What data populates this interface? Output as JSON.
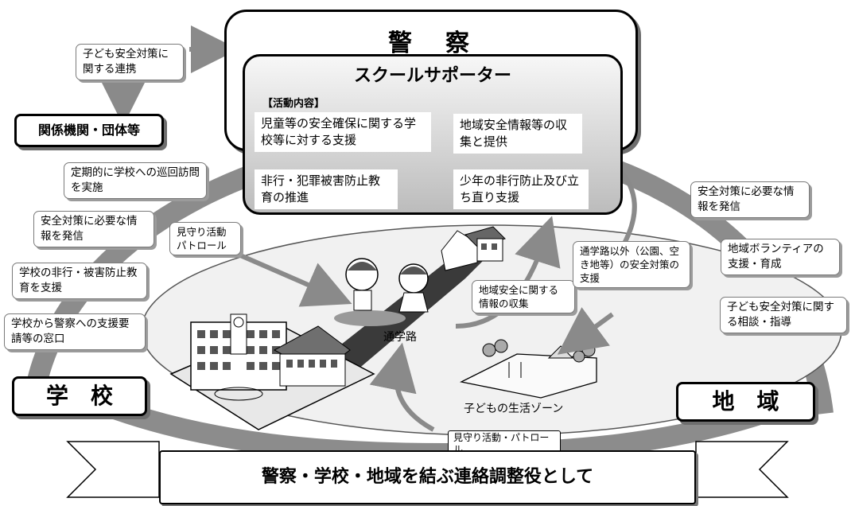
{
  "police": {
    "title": "警　察"
  },
  "school_supporter": {
    "title": "スクールサポーター",
    "activity_header": "【活動内容】",
    "activities": [
      "児童等の安全確保に関する学校等に対する支援",
      "地域安全情報等の収集と提供",
      "非行・犯罪被害防止教育の推進",
      "少年の非行防止及び立ち直り支援"
    ]
  },
  "related_orgs": {
    "label": "関係機関・団体等"
  },
  "cooperation_note": "子ども安全対策に関する連携",
  "school": {
    "label": "学　校",
    "notes": [
      "定期的に学校への巡回訪問を実施",
      "安全対策に必要な情報を発信",
      "学校の非行・被害防止教育を支援",
      "学校から警察への支援要請等の窓口"
    ]
  },
  "community": {
    "label": "地　域",
    "notes": [
      "安全対策に必要な情報を発信",
      "地域ボランティアの支援・育成",
      "子ども安全対策に関する相談・指導"
    ]
  },
  "center": {
    "patrol_note": "見守り活動パトロール",
    "info_collect_note": "地域安全に関する情報の収集",
    "other_routes_note": "通学路以外（公園、空き地等）の安全対策の支援",
    "school_route_label": "通学路",
    "life_zone_label": "子どもの生活ゾーン",
    "bottom_patrol_note": "見守り活動・パトロール"
  },
  "banner": {
    "text": "警察・学校・地域を結ぶ連絡調整役として"
  }
}
